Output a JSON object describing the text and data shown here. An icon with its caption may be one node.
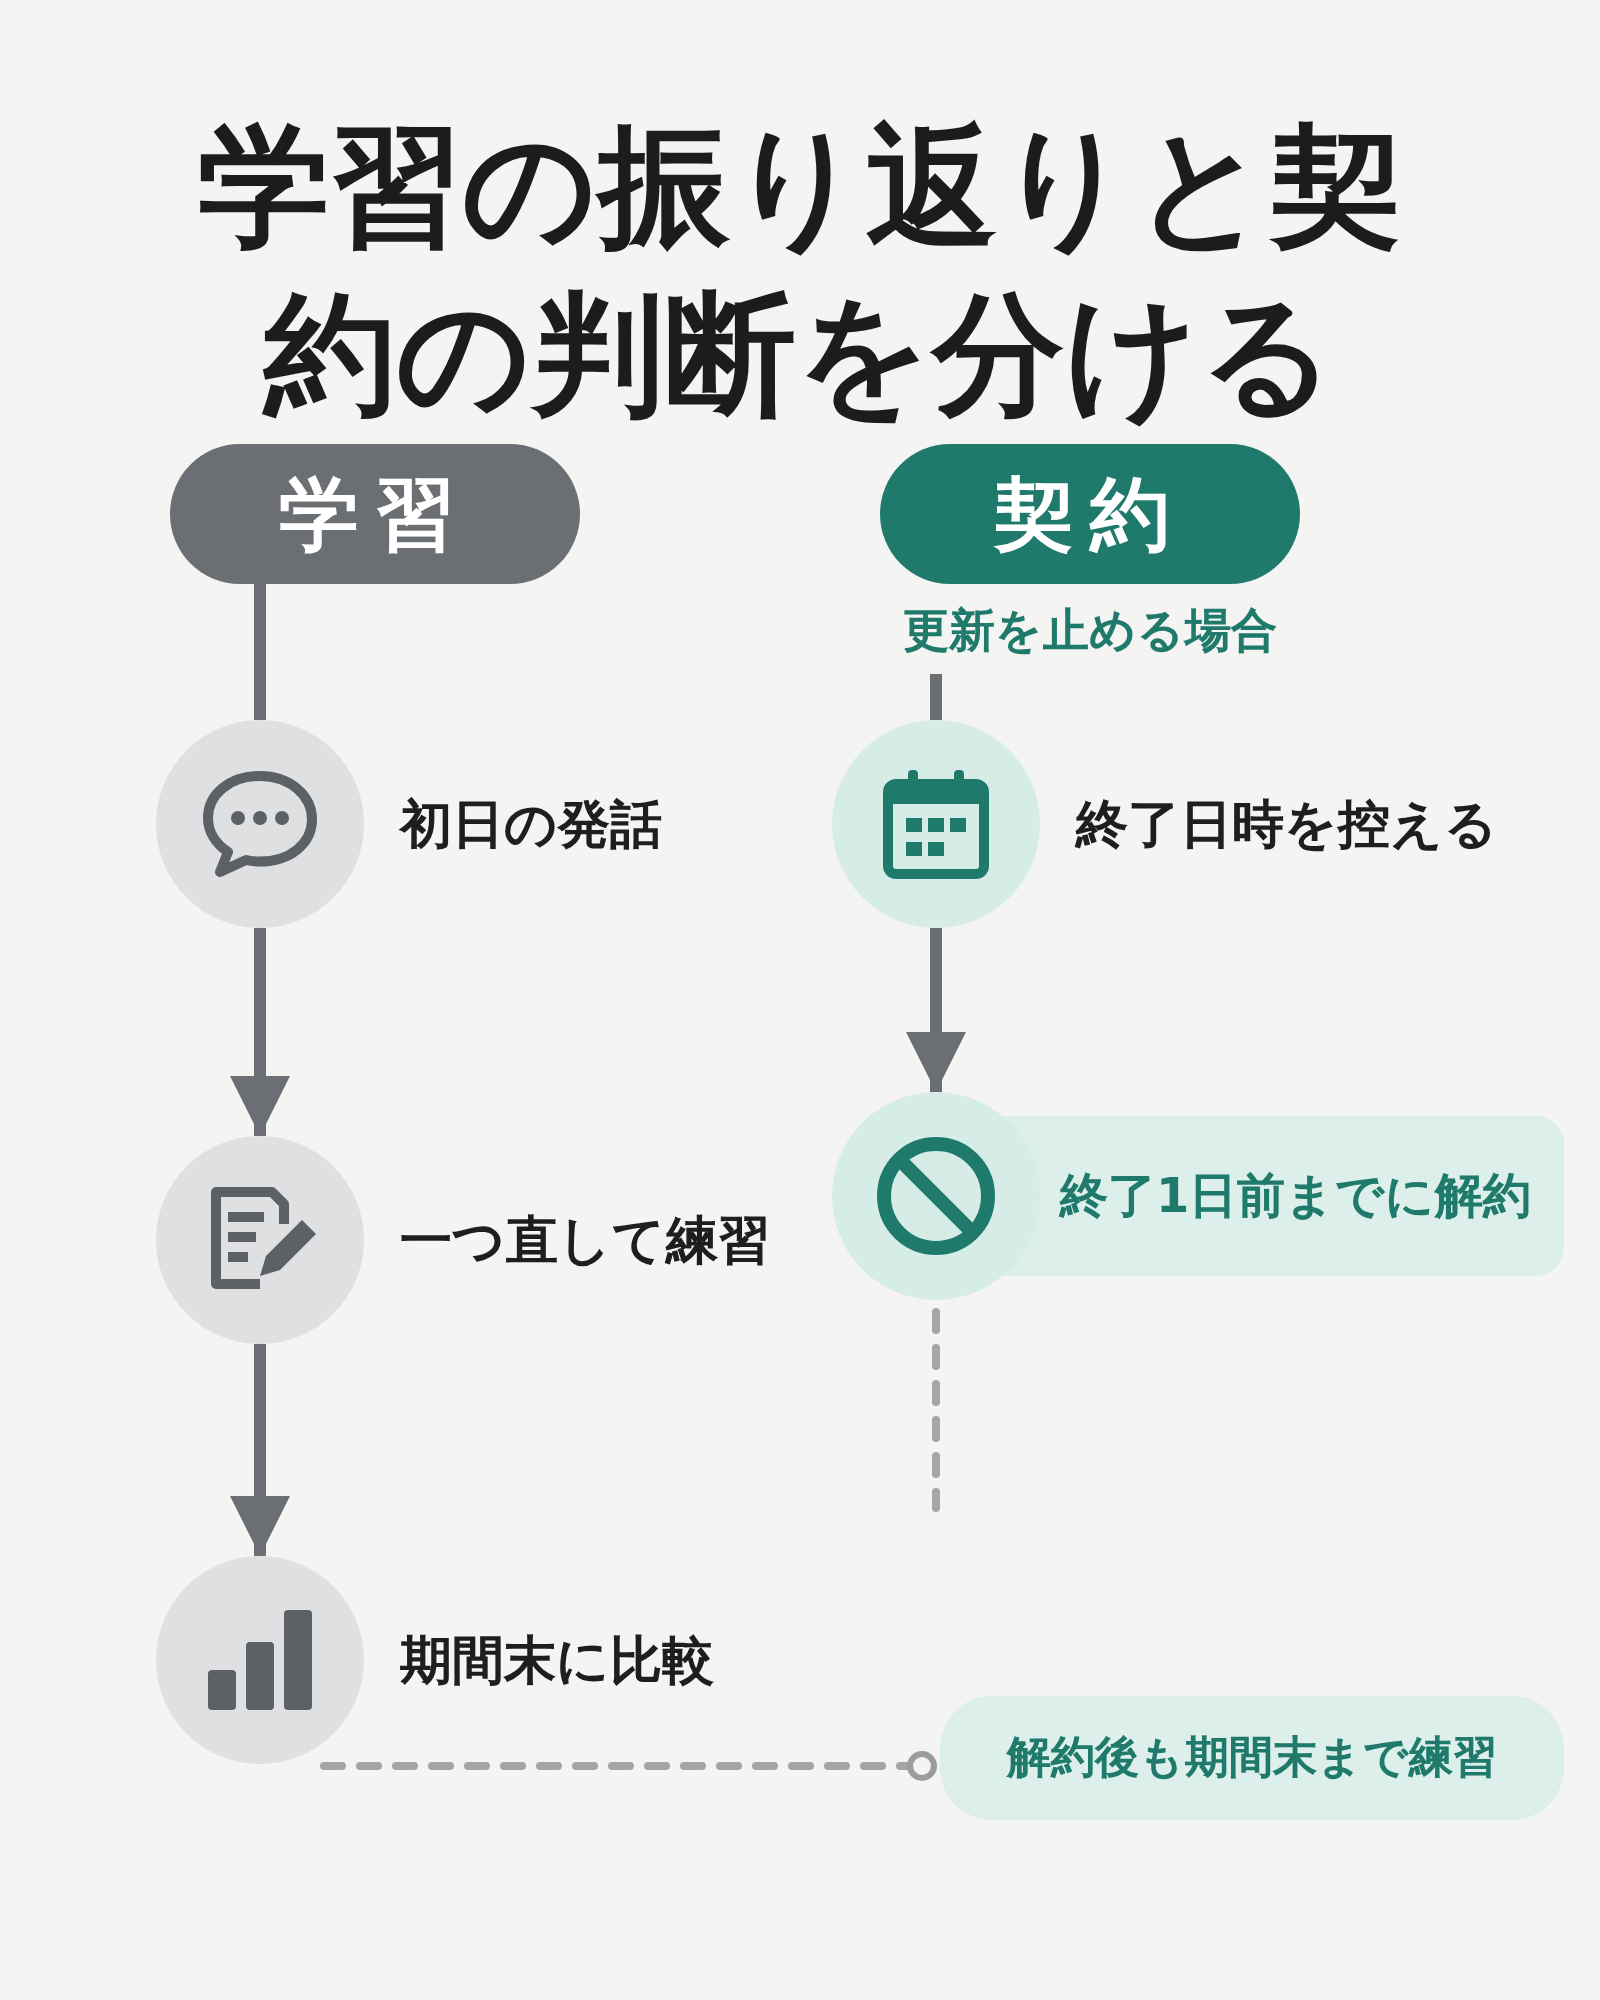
{
  "diagram": {
    "title": "学習の振り返りと**契約の判断**を分ける",
    "nodes": [
      {
        "text": [
          "学習"
        ]
      },
      {
        "text": [
          "初日の発話"
        ]
      },
      {
        "text": [
          "一つ直して練習"
        ]
      },
      {
        "text": [
          "期間末に比較"
        ]
      },
      {
        "text": [
          "契約"
        ],
        "beside": [
          "更新を止める場合"
        ]
      },
      {
        "text": [
          "終了日時を控える"
        ]
      },
      {
        "text": [
          "終了1日前までに解約"
        ]
      },
      {
        "text": [
          "解約後も期間末まで練習"
        ]
      }
    ],
    "edges": [
      {
        "from": 0,
        "to": 1,
        "arrow": "none"
      },
      {
        "from": 1,
        "to": 2,
        "arrow": "to"
      },
      {
        "from": 2,
        "to": 3,
        "arrow": "to"
      },
      {
        "from": 4,
        "to": 5,
        "arrow": "none"
      },
      {
        "from": 5,
        "to": 6,
        "arrow": "to"
      },
      {
        "from": 6,
        "to": null,
        "arrow": "none",
        "style": "dashed"
      },
      {
        "from": 3,
        "to": 7,
        "arrow": "other",
        "style": "dashed"
      }
    ]
  }
}
